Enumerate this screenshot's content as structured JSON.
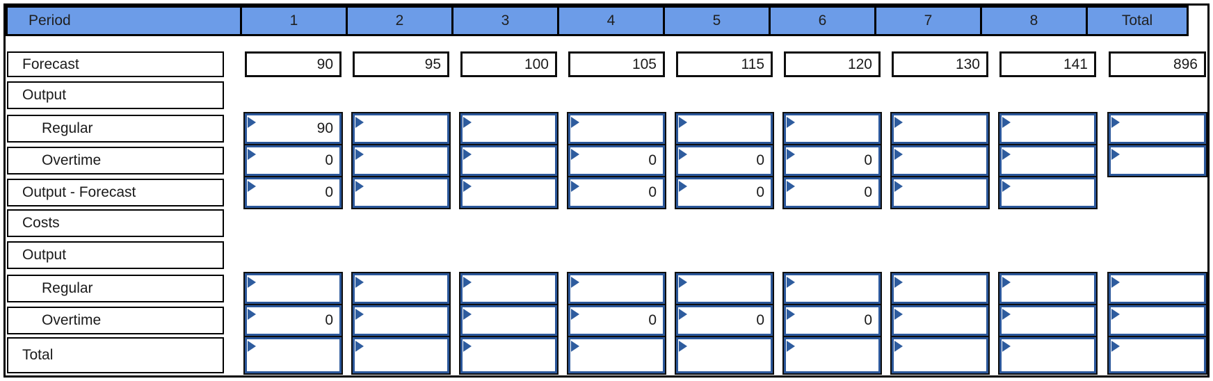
{
  "table": {
    "header": {
      "label": "Period",
      "periods": [
        "1",
        "2",
        "3",
        "4",
        "5",
        "6",
        "7",
        "8"
      ],
      "total_label": "Total"
    },
    "rows": [
      {
        "label": "Forecast",
        "kind": "given",
        "indent": false,
        "cells": [
          "90",
          "95",
          "100",
          "105",
          "115",
          "120",
          "130",
          "141"
        ],
        "total": "896"
      },
      {
        "label": "Output",
        "kind": "section",
        "indent": false
      },
      {
        "label": "Regular",
        "kind": "input",
        "indent": true,
        "cells": [
          "90",
          "",
          "",
          "",
          "",
          "",
          "",
          ""
        ],
        "total": ""
      },
      {
        "label": "Overtime",
        "kind": "input",
        "indent": true,
        "cells": [
          "0",
          "",
          "",
          "0",
          "0",
          "0",
          "",
          ""
        ],
        "total": ""
      },
      {
        "label": "Output - Forecast",
        "kind": "input",
        "indent": false,
        "cells": [
          "0",
          "",
          "",
          "0",
          "0",
          "0",
          "",
          ""
        ],
        "total": null
      },
      {
        "label": "Costs",
        "kind": "section",
        "indent": false
      },
      {
        "label": "Output",
        "kind": "section",
        "indent": false
      },
      {
        "label": "Regular",
        "kind": "input",
        "indent": true,
        "cells": [
          "",
          "",
          "",
          "",
          "",
          "",
          "",
          ""
        ],
        "total": ""
      },
      {
        "label": "Overtime",
        "kind": "input",
        "indent": true,
        "cells": [
          "0",
          "",
          "",
          "0",
          "0",
          "0",
          "",
          ""
        ],
        "total": ""
      },
      {
        "label": "Total",
        "kind": "input-tall",
        "indent": false,
        "cells": [
          "",
          "",
          "",
          "",
          "",
          "",
          "",
          ""
        ],
        "total": ""
      }
    ],
    "colors": {
      "header_bg": "#6c9ce8",
      "input_border": "#2b579a",
      "flag": "#2e5c9e",
      "grid_border": "#000000"
    }
  }
}
